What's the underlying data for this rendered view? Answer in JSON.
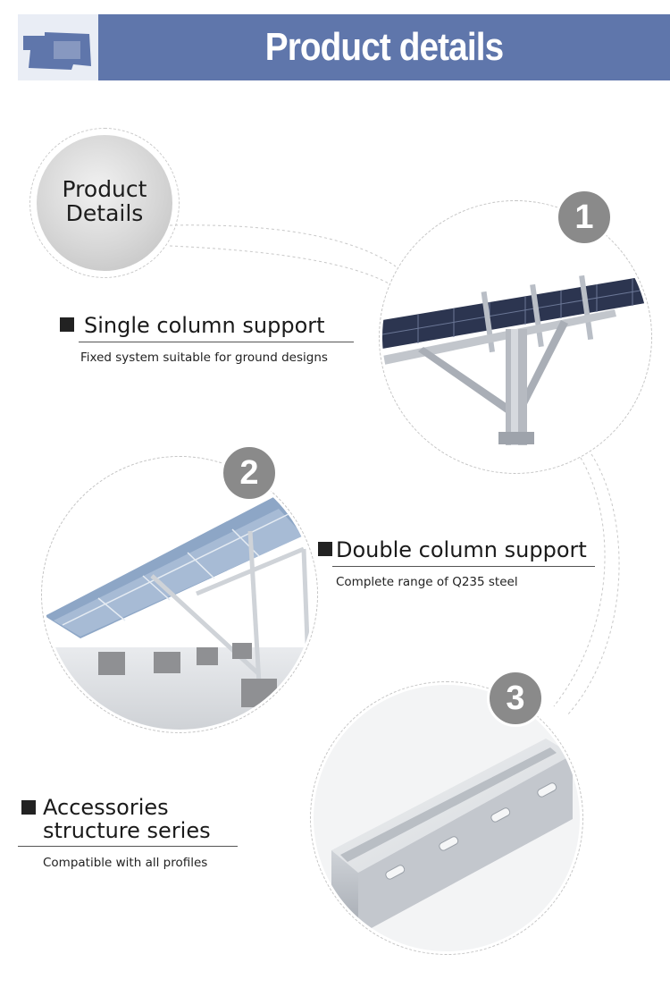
{
  "header": {
    "title": "Product details"
  },
  "badge": {
    "line1": "Product",
    "line2": "Details"
  },
  "features": [
    {
      "number": "1",
      "title": "Single column support",
      "subtitle": "Fixed system suitable for ground designs"
    },
    {
      "number": "2",
      "title": "Double column support",
      "subtitle": "Complete range of Q235 steel"
    },
    {
      "number": "3",
      "title_line1": "Accessories",
      "title_line2": "structure series",
      "subtitle": "Compatible with all profiles"
    }
  ],
  "colors": {
    "header": "#5f76ab",
    "number_badge": "#8a8a8a"
  }
}
